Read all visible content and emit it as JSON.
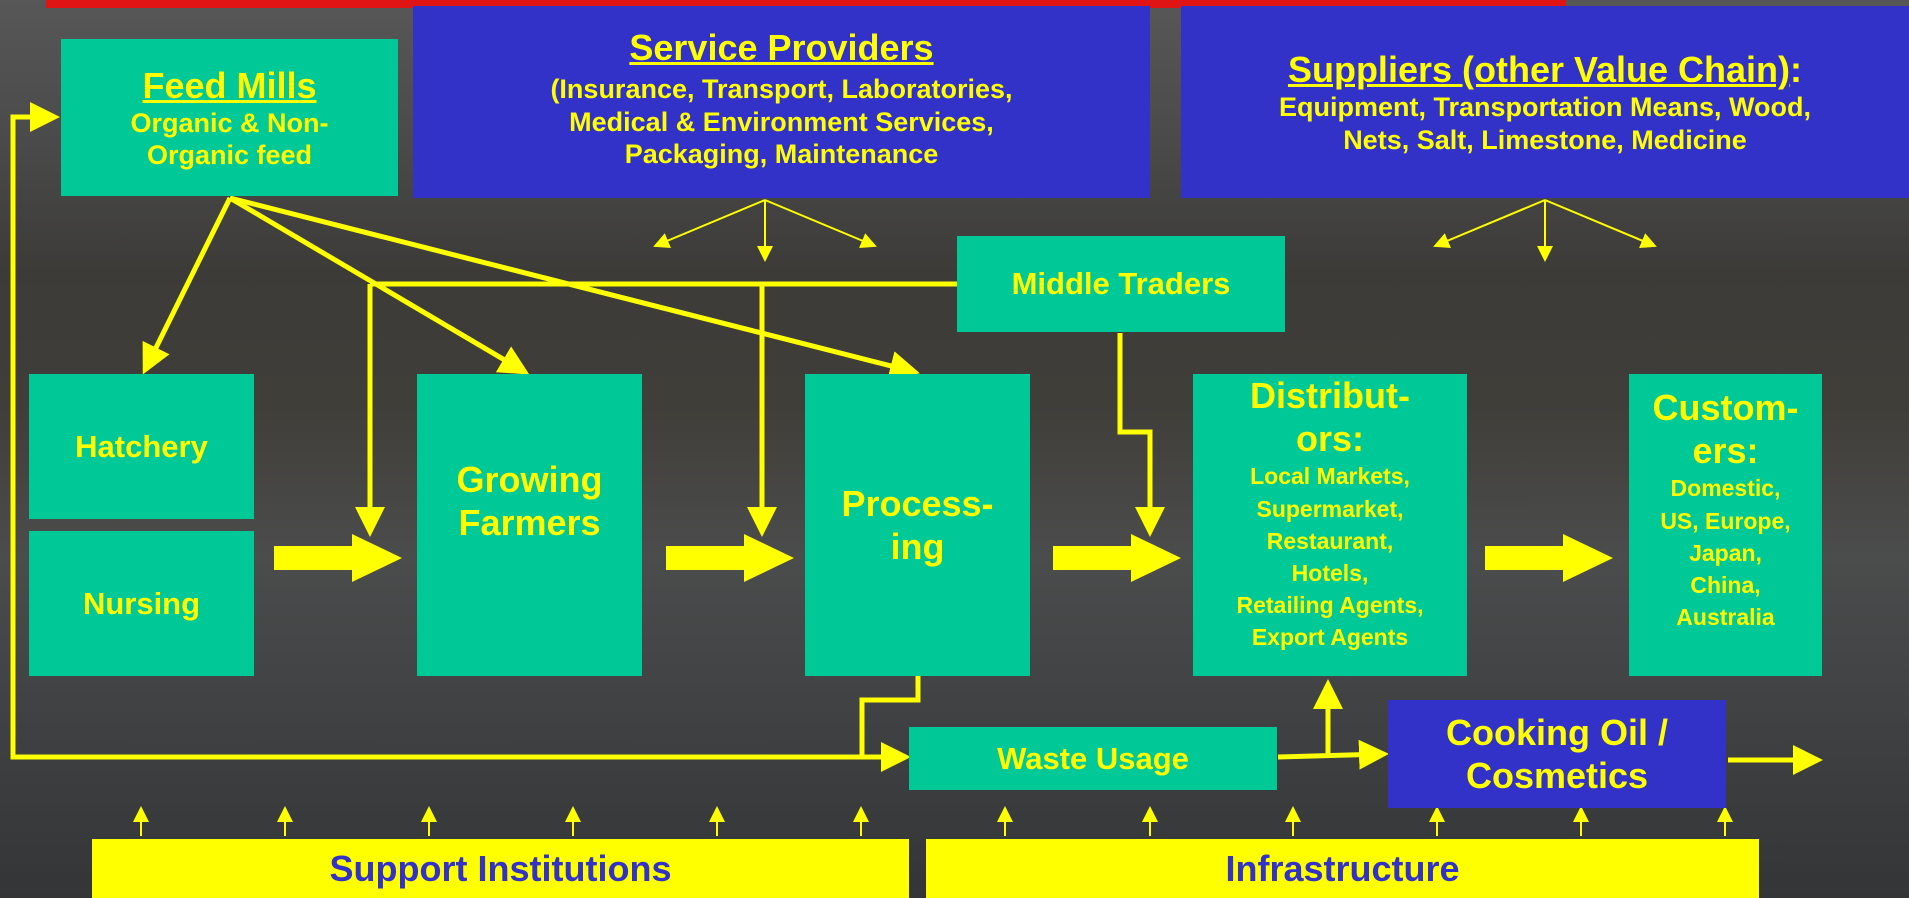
{
  "feed_mills": {
    "title": "Feed Mills",
    "line1": "Organic & Non-",
    "line2": "Organic feed"
  },
  "service_providers": {
    "title": "Service Providers",
    "line1": "(Insurance, Transport, Laboratories,",
    "line2": "Medical & Environment Services,",
    "line3": "Packaging, Maintenance"
  },
  "suppliers": {
    "title": "Suppliers (other Value Chain)",
    "colon": ":",
    "line1": "Equipment, Transportation Means, Wood,",
    "line2": "Nets, Salt, Limestone, Medicine"
  },
  "middle_traders": {
    "label": "Middle Traders"
  },
  "hatchery": {
    "label": "Hatchery"
  },
  "nursing": {
    "label": "Nursing"
  },
  "growing_farmers": {
    "line1": "Growing",
    "line2": "Farmers"
  },
  "processing": {
    "line1": "Process-",
    "line2": "ing"
  },
  "distributors": {
    "title_line1": "Distribut-",
    "title_line2": "ors:",
    "items": [
      "Local Markets,",
      "Supermarket,",
      "Restaurant,",
      "Hotels,",
      "Retailing Agents,",
      "Export Agents"
    ]
  },
  "customers": {
    "title_line1": "Custom-",
    "title_line2": "ers:",
    "items": [
      "Domestic,",
      "US, Europe,",
      "Japan,",
      "China,",
      "Australia"
    ]
  },
  "waste_usage": {
    "label": "Waste Usage"
  },
  "cooking_oil": {
    "line1": "Cooking Oil /",
    "line2": "Cosmetics"
  },
  "support_institutions": {
    "label": "Support Institutions"
  },
  "infrastructure": {
    "label": "Infrastructure"
  },
  "colors": {
    "box_green": "#00c896",
    "box_blue": "#3232c8",
    "text_yellow": "#ffff00",
    "arrow_yellow": "#ffff00",
    "top_line_red": "#e01414"
  }
}
